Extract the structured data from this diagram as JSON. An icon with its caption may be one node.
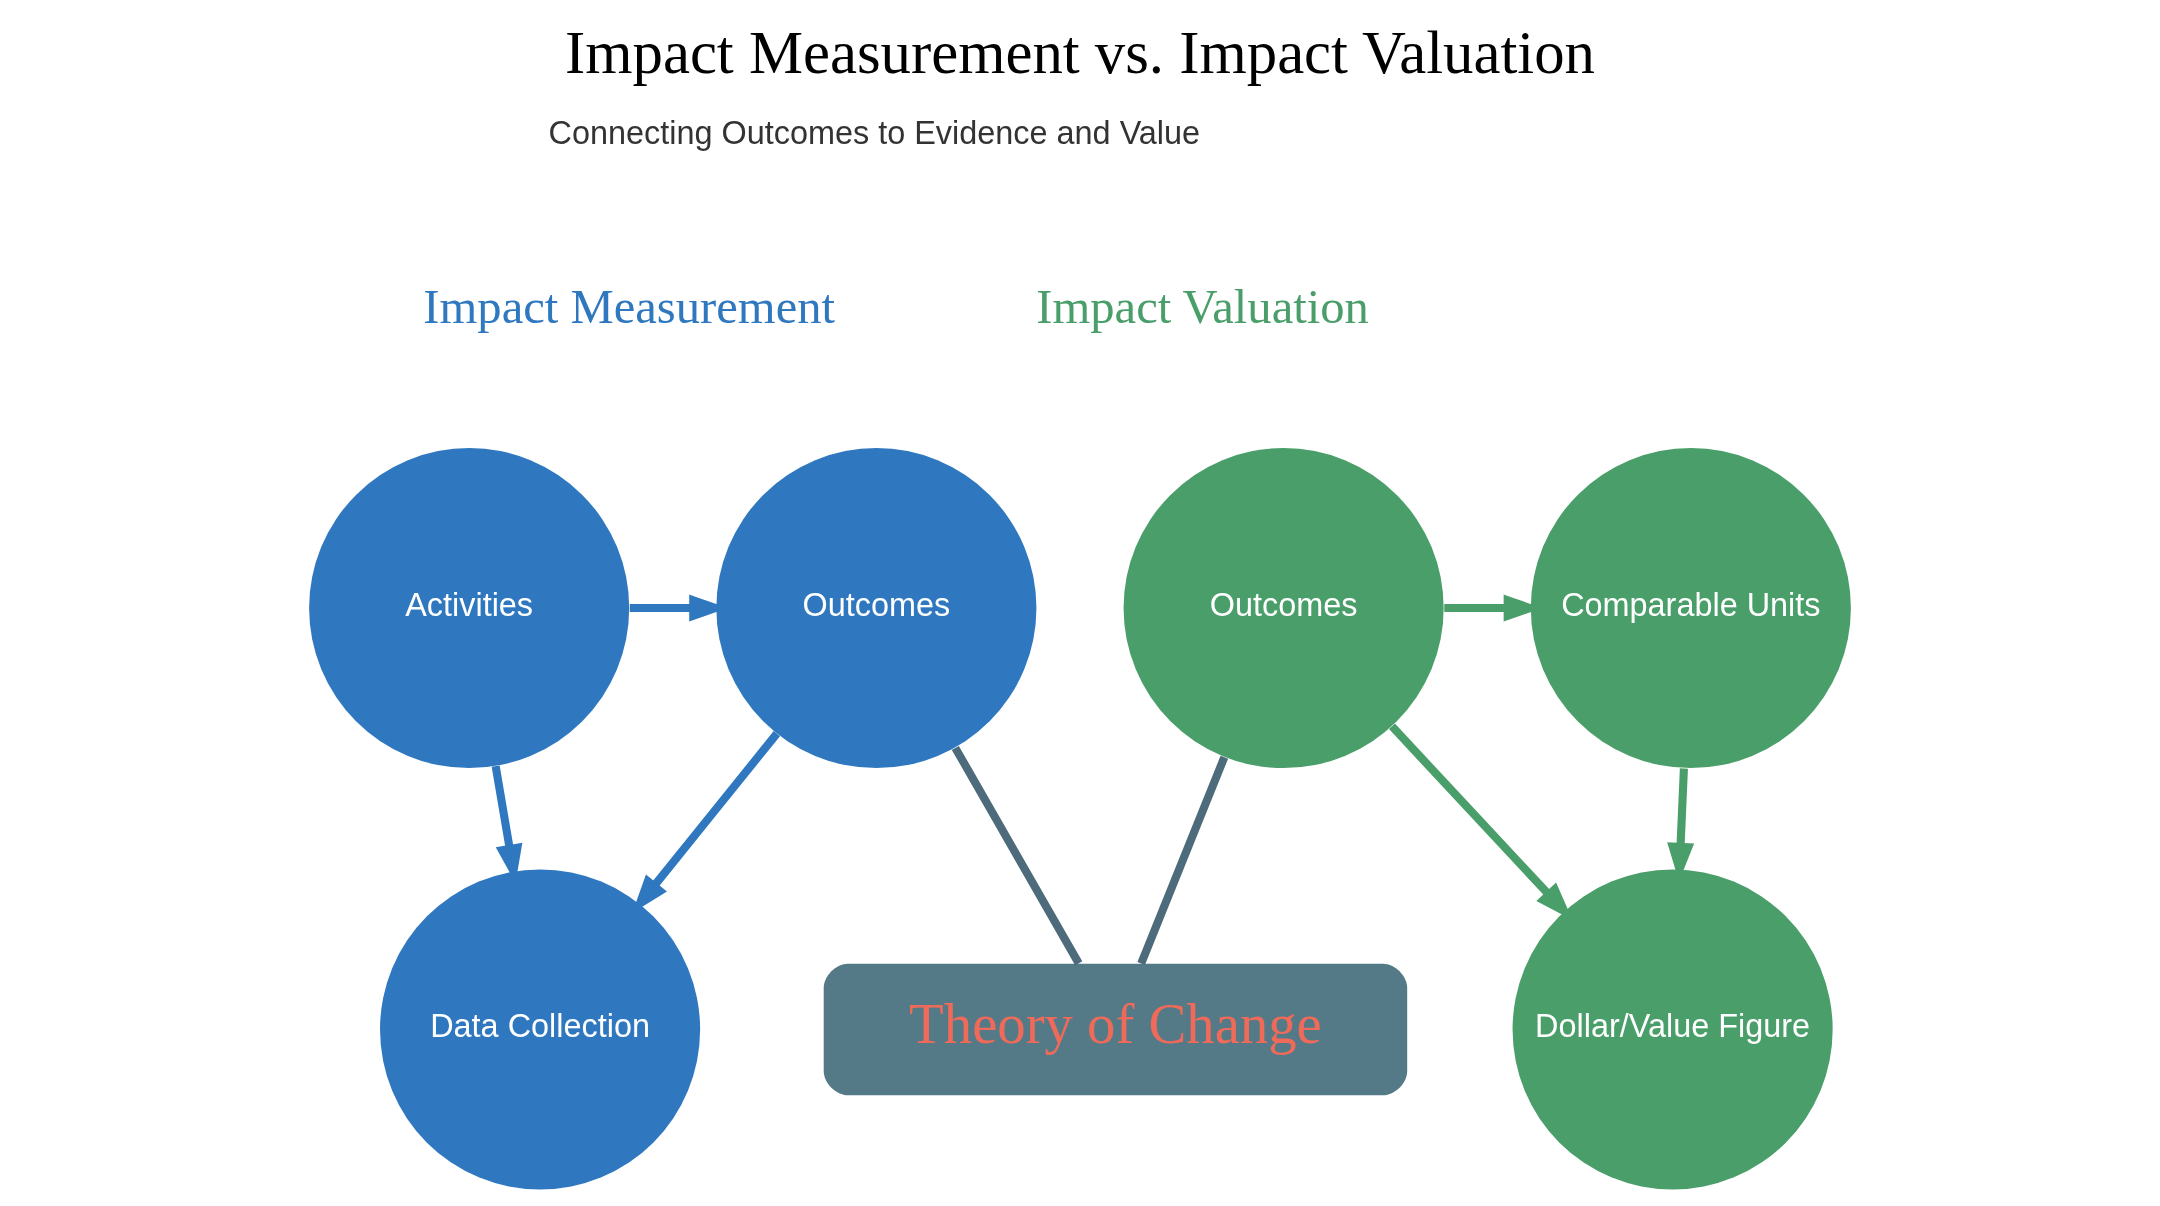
{
  "diagram": {
    "title": "Impact Measurement vs. Impact Valuation",
    "nodes": [
      {
        "text": [
          "Activities"
        ]
      },
      {
        "text": [
          "Outcomes"
        ]
      },
      {
        "text": [
          "Data Collection"
        ]
      },
      {
        "text": [
          "Outcomes"
        ]
      },
      {
        "text": [
          "Comparable Units"
        ]
      },
      {
        "text": [
          "Dollar/Value Figure"
        ]
      },
      {
        "text": [
          "Theory of Change"
        ]
      }
    ],
    "edges": [
      {
        "from": 0,
        "to": 1,
        "arrow": "to",
        "color": "#2f78c0"
      },
      {
        "from": 0,
        "to": 2,
        "arrow": "to",
        "color": "#2f78c0"
      },
      {
        "from": 1,
        "to": 2,
        "arrow": "to",
        "color": "#2f78c0"
      },
      {
        "from": 3,
        "to": 4,
        "arrow": "to",
        "color": "#4a9e6a"
      },
      {
        "from": 3,
        "to": 5,
        "arrow": "to",
        "color": "#4a9e6a"
      },
      {
        "from": 4,
        "to": 5,
        "arrow": "to",
        "color": "#4a9e6a"
      },
      {
        "from": 1,
        "to": 6,
        "arrow": "none",
        "color": "#4d6b7a"
      },
      {
        "from": 3,
        "to": 6,
        "arrow": "none",
        "color": "#4d6b7a"
      }
    ],
    "labels": [
      "Connecting Outcomes to Evidence and Value",
      "Impact Measurement",
      "Impact Valuation"
    ]
  }
}
